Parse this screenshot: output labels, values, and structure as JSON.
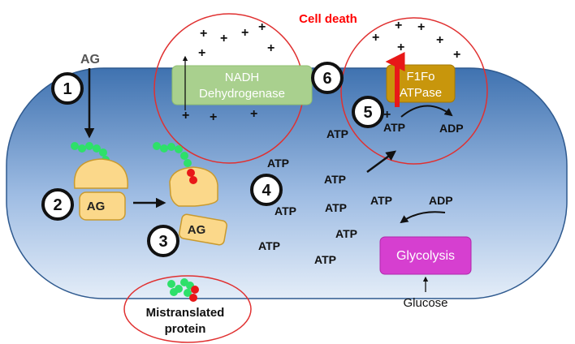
{
  "labels": {
    "ag_top": "AG",
    "ag_ribosome": "AG",
    "ag_free": "AG",
    "cell_death": "Cell death",
    "nadh_line1": "NADH",
    "nadh_line2": "Dehydrogenase",
    "atpase_line1": "F1Fo",
    "atpase_line2": "ATPase",
    "atp": "ATP",
    "adp": "ADP",
    "glycolysis": "Glycolysis",
    "glucose": "Glucose",
    "mistranslated_line1": "Mistranslated",
    "mistranslated_line2": "protein",
    "plus": "+"
  },
  "steps": [
    "1",
    "2",
    "3",
    "4",
    "5",
    "6"
  ],
  "colors": {
    "cell_top": "#3f72b0",
    "cell_bottom": "#dce7f6",
    "ribosome": "#fbd88a",
    "ribosome_border": "#c99a2e",
    "amino_green": "#2ee06a",
    "amino_red": "#e81818",
    "nadh_box": "#a9d08e",
    "atpase_box": "#c8960c",
    "glycolysis_box": "#d63fd0",
    "circle_red": "#e03030",
    "cell_death_text": "#ff0000"
  }
}
